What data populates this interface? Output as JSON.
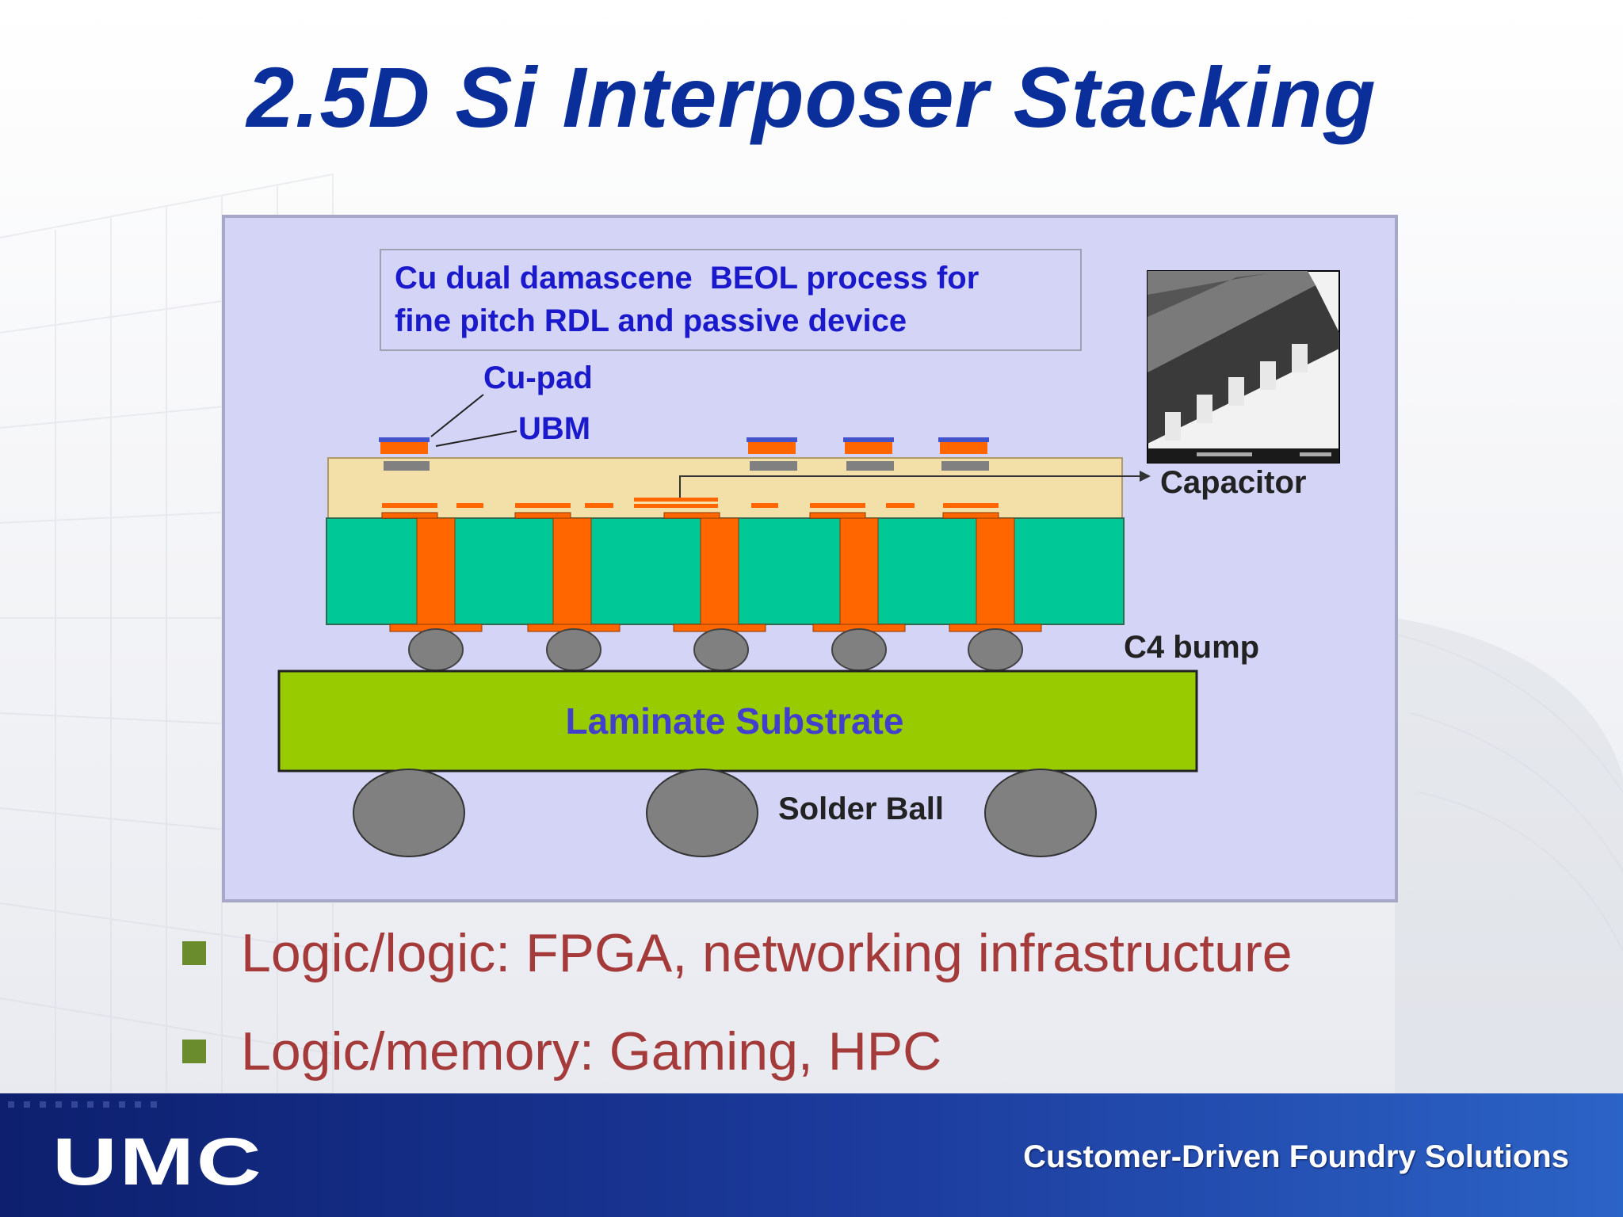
{
  "slide": {
    "title": "2.5D Si Interposer Stacking",
    "logo_text": "UMC",
    "tagline": "Customer-Driven Foundry Solutions"
  },
  "diagram": {
    "callout_line1": "Cu dual damascene  BEOL process for",
    "callout_line2": "fine pitch RDL and passive device",
    "label_cu_pad": "Cu-pad",
    "label_ubm": "UBM",
    "label_capacitor": "Capacitor",
    "label_c4_bump": "C4 bump",
    "label_substrate": "Laminate Substrate",
    "label_solder_ball": "Solder Ball",
    "colors": {
      "panel": "#d4d4f7",
      "beol": "#f3dfa8",
      "interposer": "#00c896",
      "copper": "#ff6600",
      "substrate": "#99cc00",
      "bump": "#808080",
      "label_blue": "#1a1acc"
    }
  },
  "bullets": [
    "Logic/logic: FPGA, networking infrastructure",
    "Logic/memory: Gaming, HPC"
  ]
}
